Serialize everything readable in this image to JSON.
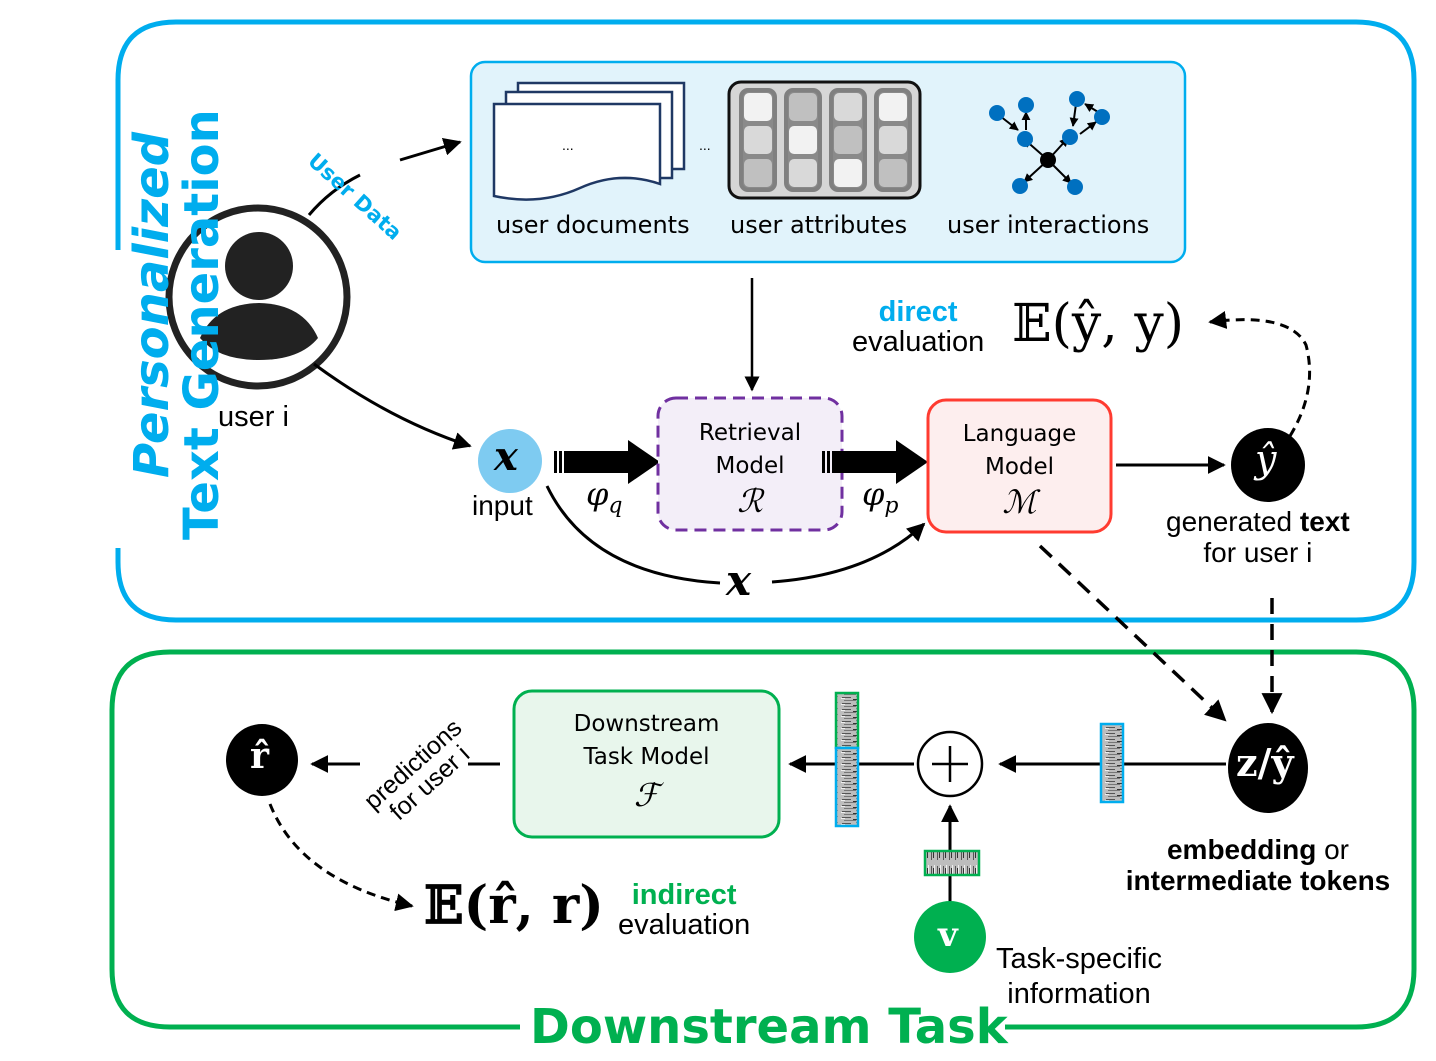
{
  "titles": {
    "top_line1": "Personalized",
    "top_line2": "Text Generation",
    "bottom": "Downstream Task"
  },
  "colors": {
    "blue": "#00adee",
    "green": "#00b050",
    "purple": "#7030a0",
    "red": "#ff3b30",
    "light_blue_fill": "#e1f3fb",
    "light_purple_fill": "#f3eef8",
    "light_red_fill": "#fdeeee",
    "light_green_fill": "#e8f6ec",
    "node_blue": "#0070c0",
    "input_circle": "#7ecbf1"
  },
  "user": {
    "label": "user i",
    "edge_label": "User Data"
  },
  "user_data_box": {
    "items": [
      {
        "label": "user documents",
        "icon": "documents-icon"
      },
      {
        "label": "user attributes",
        "icon": "attributes-grid-icon"
      },
      {
        "label": "user interactions",
        "icon": "graph-icon"
      }
    ],
    "doc_ellipsis": "...",
    "between_ellipsis": "..."
  },
  "input": {
    "symbol": "x",
    "label": "input",
    "bypass_symbol": "x"
  },
  "retrieval": {
    "line1": "Retrieval",
    "line2": "Model",
    "symbol": "ℛ",
    "phi_in": "φ",
    "phi_in_sub": "q",
    "phi_out": "φ",
    "phi_out_sub": "p"
  },
  "language_model": {
    "line1": "Language",
    "line2": "Model",
    "symbol": "ℳ"
  },
  "output": {
    "symbol": "ŷ",
    "label_prefix": "generated ",
    "label_bold": "text",
    "label_line2": "for user i"
  },
  "direct_eval": {
    "keyword": "direct",
    "word": "evaluation",
    "formula": "𝔼(ŷ, y)"
  },
  "embedding": {
    "symbol": "z/ŷ",
    "label_bold1": "embedding",
    "label_or": " or",
    "label_bold2": "intermediate tokens"
  },
  "combine": {
    "symbol": "+"
  },
  "task_info": {
    "symbol": "v",
    "line1": "Task-specific",
    "line2": "information"
  },
  "downstream_model": {
    "line1": "Downstream",
    "line2": "Task Model",
    "symbol": "ℱ"
  },
  "prediction": {
    "symbol": "r̂",
    "edge_line1": "predictions",
    "edge_line2": "for user i"
  },
  "indirect_eval": {
    "keyword": "indirect",
    "word": "evaluation",
    "formula": "𝔼(r̂, r)"
  }
}
